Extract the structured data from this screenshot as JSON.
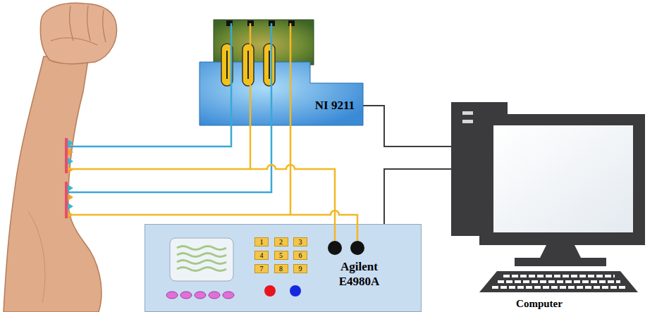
{
  "diagram": {
    "nodes": [
      {
        "text": [
          "NI 9211"
        ]
      },
      {
        "text": [
          "Computer"
        ]
      },
      {
        "text": [
          "Agilent E4980A"
        ]
      },
      {
        "text": [
          "1"
        ],
        "in": 2
      },
      {
        "text": [
          "2"
        ],
        "in": 2
      },
      {
        "text": [
          "3"
        ],
        "in": 2
      },
      {
        "text": [
          "4"
        ],
        "in": 2
      },
      {
        "text": [
          "5"
        ],
        "in": 2
      },
      {
        "text": [
          "6"
        ],
        "in": 2
      },
      {
        "text": [
          "7"
        ],
        "in": 2
      },
      {
        "text": [
          "8"
        ],
        "in": 2
      },
      {
        "text": [
          "9"
        ],
        "in": 2
      }
    ],
    "edges": [
      {
        "from": 0,
        "to": 1,
        "arrow": "none"
      },
      {
        "from": 2,
        "to": 1,
        "arrow": "none"
      }
    ]
  }
}
